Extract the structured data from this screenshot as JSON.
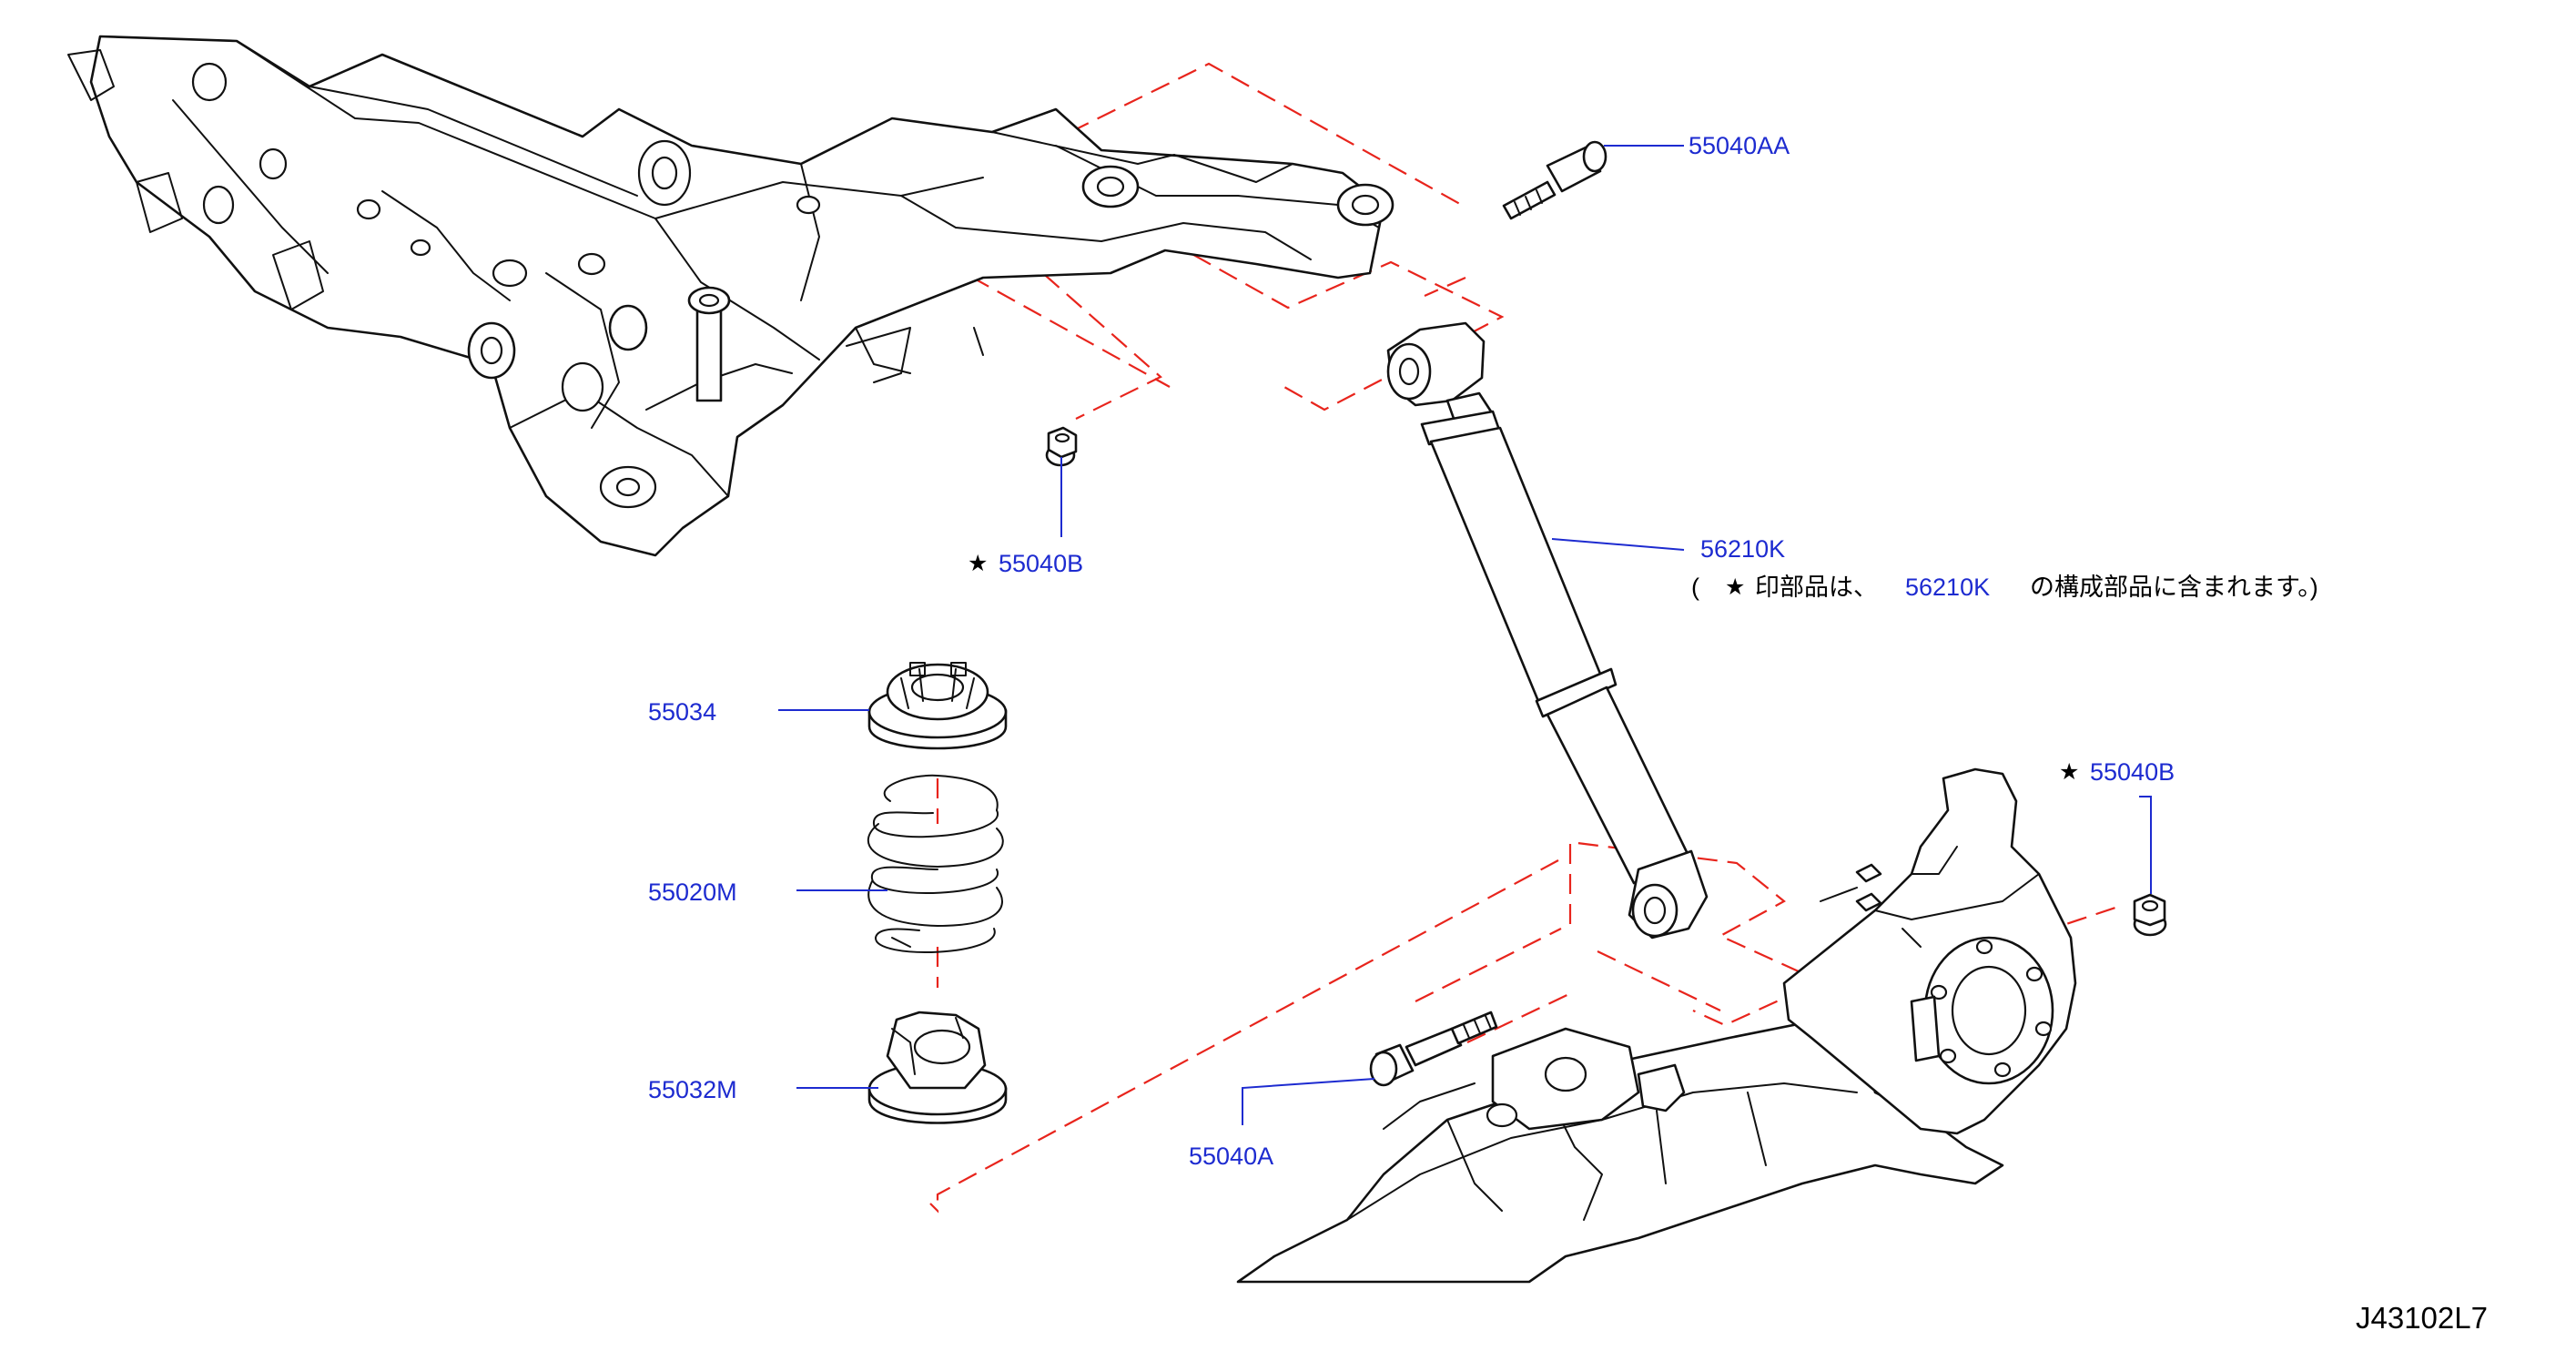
{
  "labels": {
    "bolt_upper": "55040AA",
    "nut_left": "55040B",
    "shock_absorber": "56210K",
    "spring_seat_upper": "55034",
    "coil_spring": "55020M",
    "spring_seat_lower": "55032M",
    "nut_right": "55040B",
    "bolt_lower": "55040A"
  },
  "star_symbol": "★",
  "note": {
    "open": "(",
    "prefix": "印部品は、",
    "part": "56210K",
    "suffix": "の構成部品に含まれます。)"
  },
  "diagram_code": "J43102L7",
  "colors": {
    "line_art": "#111111",
    "label": "#1d2bd0",
    "guide": "#e8241c",
    "background": "#ffffff"
  }
}
